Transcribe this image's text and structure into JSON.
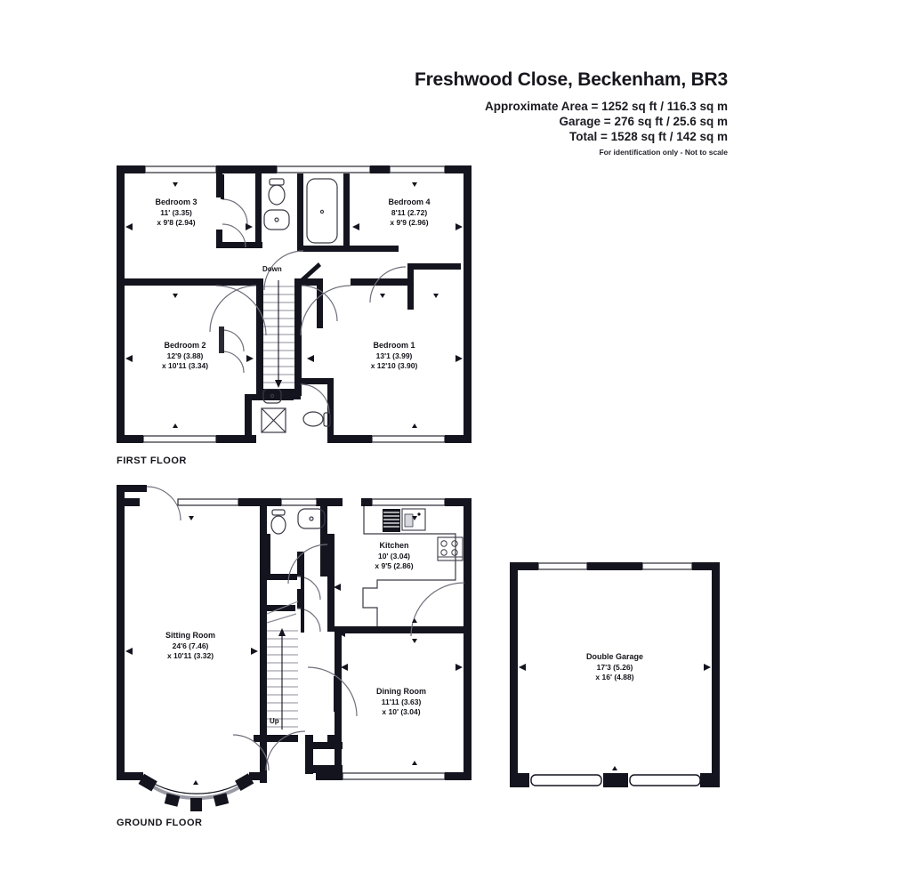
{
  "header": {
    "title": "Freshwood Close, Beckenham, BR3",
    "area_line_1": "Approximate Area = 1252 sq ft / 116.3 sq m",
    "area_line_2": "Garage = 276 sq ft / 25.6 sq m",
    "area_line_3": "Total = 1528 sq ft / 142 sq m",
    "disclaimer": "For identification only - Not to scale"
  },
  "floors": [
    {
      "key": "first",
      "label": "FIRST FLOOR"
    },
    {
      "key": "ground",
      "label": "GROUND FLOOR"
    }
  ],
  "stairs": [
    {
      "key": "down",
      "label": "Down",
      "floor": "first",
      "direction": "down"
    },
    {
      "key": "up",
      "label": "Up",
      "floor": "ground",
      "direction": "up"
    }
  ],
  "rooms": [
    {
      "floor": "first",
      "name": "Bedroom 3",
      "dim_1": "11' (3.35)",
      "dim_2": "x 9'8 (2.94)"
    },
    {
      "floor": "first",
      "name": "Bedroom 4",
      "dim_1": "8'11 (2.72)",
      "dim_2": "x 9'9 (2.96)"
    },
    {
      "floor": "first",
      "name": "Bedroom 2",
      "dim_1": "12'9 (3.88)",
      "dim_2": "x 10'11 (3.34)"
    },
    {
      "floor": "first",
      "name": "Bedroom 1",
      "dim_1": "13'1 (3.99)",
      "dim_2": "x 12'10 (3.90)"
    },
    {
      "floor": "ground",
      "name": "Sitting Room",
      "dim_1": "24'6 (7.46)",
      "dim_2": "x 10'11 (3.32)"
    },
    {
      "floor": "ground",
      "name": "Kitchen",
      "dim_1": "10' (3.04)",
      "dim_2": "x 9'5 (2.86)"
    },
    {
      "floor": "ground",
      "name": "Dining Room",
      "dim_1": "11'11 (3.63)",
      "dim_2": "x 10' (3.04)"
    },
    {
      "floor": "ground",
      "name": "Double Garage",
      "dim_1": "17'3 (5.26)",
      "dim_2": "x 16' (4.88)"
    }
  ],
  "fixtures": {
    "first_floor": [
      "wc",
      "wash-basin",
      "bath",
      "shower-tray",
      "wash-basin",
      "wc"
    ],
    "ground_floor": [
      "wc",
      "wash-basin",
      "fridge",
      "sink",
      "hob"
    ]
  },
  "colors": {
    "wall": "#14141f",
    "window": "#f2f2f2",
    "text": "#14141b",
    "background": "#ffffff"
  }
}
